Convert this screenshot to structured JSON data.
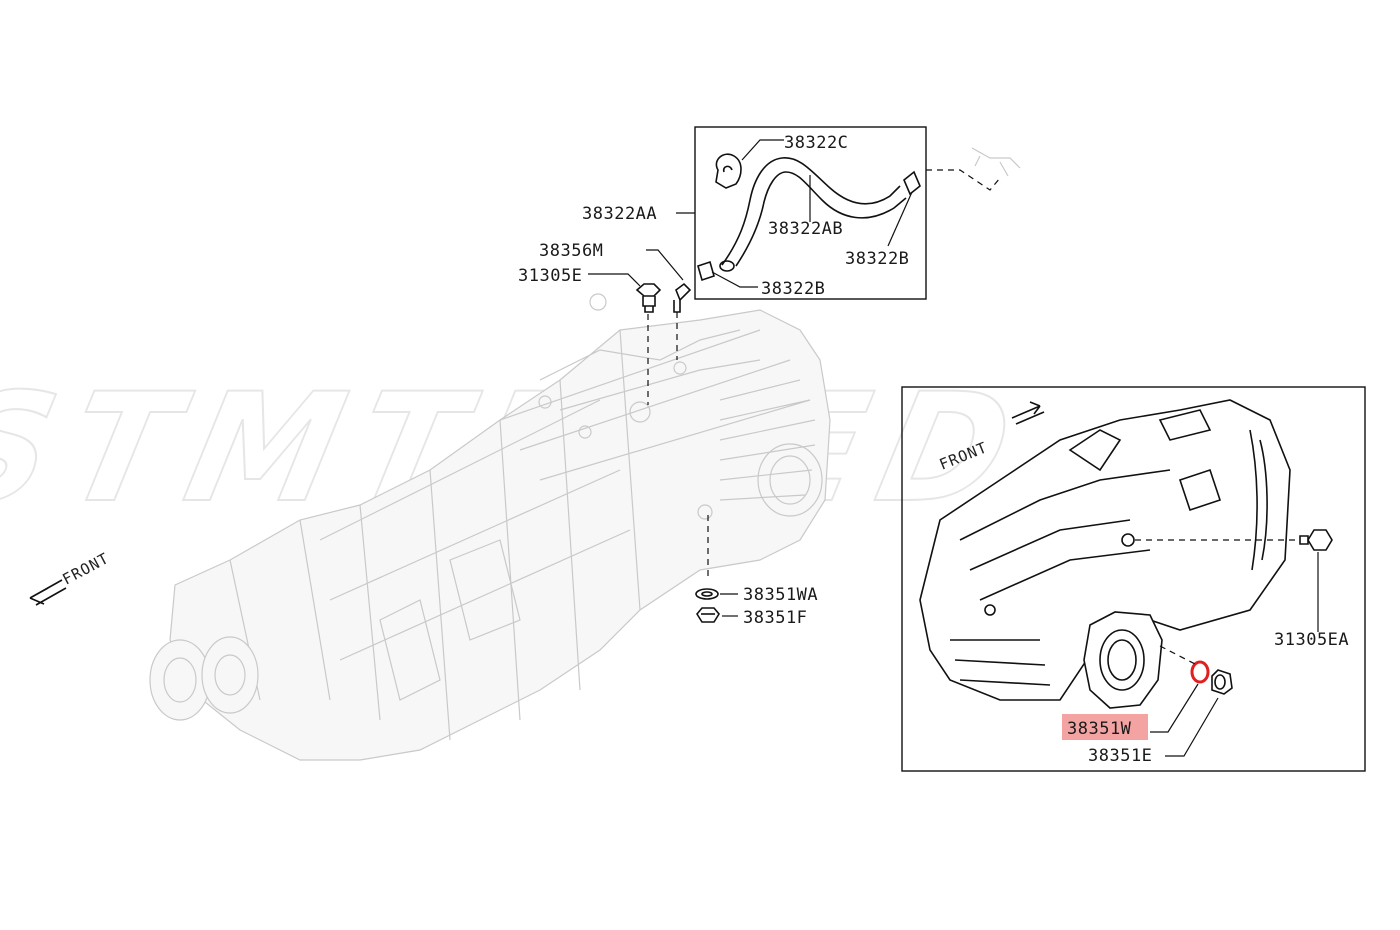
{
  "watermark": {
    "text": "STMTUNED"
  },
  "front_labels": {
    "main": "FRONT",
    "inset": "FRONT"
  },
  "callouts": {
    "hose_clip_c": "38322C",
    "hose_assy_aa": "38322AA",
    "hose_ab": "38322AB",
    "clip_b_right": "38322B",
    "clip_b_bottom": "38322B",
    "breather_m": "38356M",
    "bolt_e": "31305E",
    "washer_wa": "38351WA",
    "plug_f": "38351F",
    "bolt_ea": "31305EA",
    "gasket_w": "38351W",
    "plug_e": "38351E"
  },
  "highlight": {
    "part": "38351W",
    "color": "#f4a3a3"
  },
  "colors": {
    "line": "#111111",
    "ghost": "#c9c9c9",
    "highlight_ring": "#e02020"
  }
}
